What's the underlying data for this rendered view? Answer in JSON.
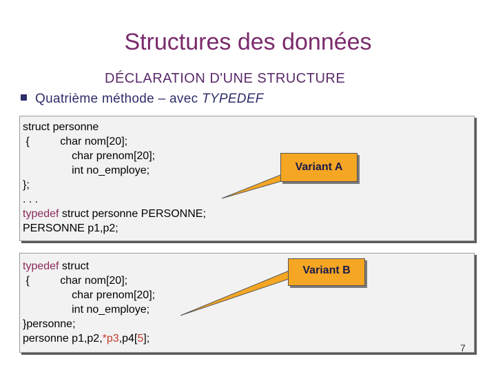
{
  "slide": {
    "title": "Structures des données",
    "subtitle": "DÉCLARATION D'UNE STRUCTURE",
    "bullet_pre": "Quatrième méthode – avec ",
    "bullet_em": "TYPEDEF",
    "page_number": "7"
  },
  "variant_a": {
    "label": "Variant A",
    "line1": "struct personne",
    "line2_brace": " {",
    "line2_tab": "\t",
    "line2_decl": "char nom[20];",
    "line3": "\tchar prenom[20];",
    "line4": "\tint no_employe;",
    "line5": "};",
    "line6": ". . .",
    "line7_kw": "typedef",
    "line7_rest": " struct personne PERSONNE;",
    "line8": "PERSONNE p1,p2;"
  },
  "variant_b": {
    "label": "Variant B",
    "line1_kw": "typedef",
    "line1_rest": " struct",
    "line2_brace": " {",
    "line2_decl": "char nom[20];",
    "line3": "\tchar prenom[20];",
    "line4": "\tint no_employe;",
    "line5": "}personne;",
    "line6_pre": "personne p1,p2,",
    "line6_hl1": "*p3",
    "line6_mid": ",p4[",
    "line6_hl2": "5",
    "line6_end": "];"
  },
  "colors": {
    "title": "#7a2a6b",
    "callout_fill": "#f5a623",
    "keyword": "#8a2a5a",
    "highlight": "#c0392b"
  }
}
